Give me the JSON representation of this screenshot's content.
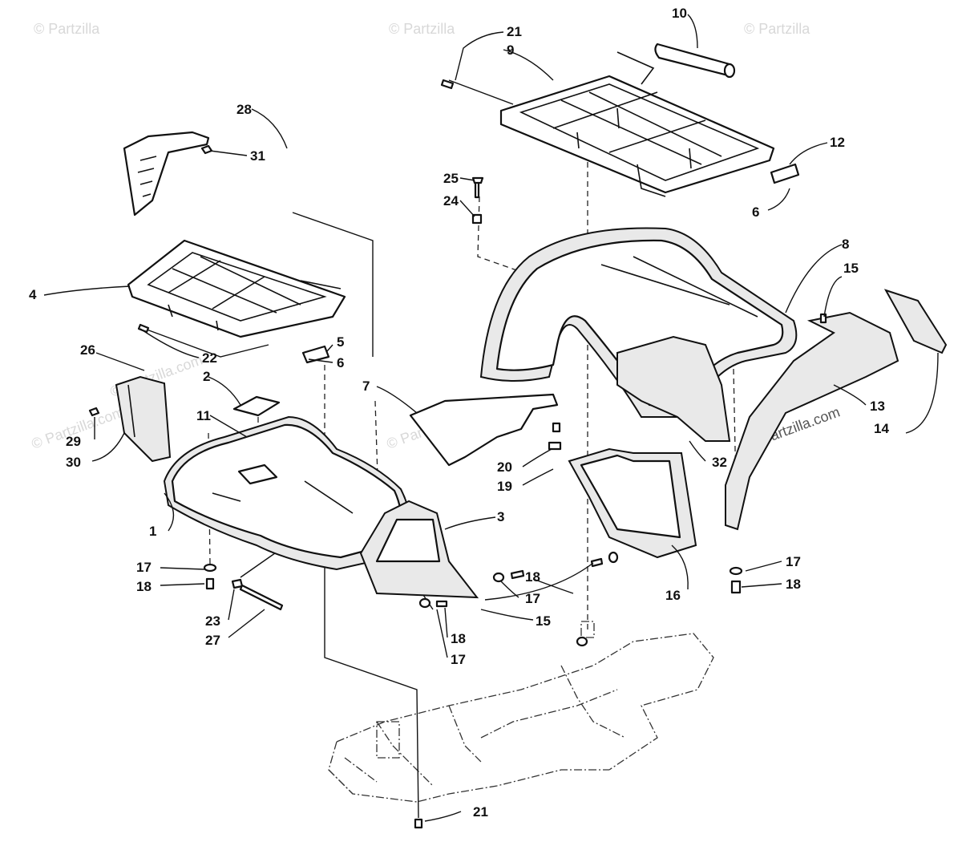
{
  "watermarks": [
    "© Partzilla",
    "© Partzilla",
    "© Partzilla",
    "© Partzilla.com",
    "© Partzilla",
    "© Partzilla.com",
    "© Partzilla.com"
  ],
  "callouts": {
    "c1": "1",
    "c2": "2",
    "c3": "3",
    "c4": "4",
    "c5": "5",
    "c6a": "6",
    "c6b": "6",
    "c7": "7",
    "c8": "8",
    "c9": "9",
    "c10": "10",
    "c11": "11",
    "c12": "12",
    "c13": "13",
    "c14": "14",
    "c15a": "15",
    "c15b": "15",
    "c16": "16",
    "c17a": "17",
    "c17b": "17",
    "c17c": "17",
    "c17d": "17",
    "c18a": "18",
    "c18b": "18",
    "c18c": "18",
    "c18d": "18",
    "c19": "19",
    "c20": "20",
    "c21a": "21",
    "c21b": "21",
    "c22": "22",
    "c23": "23",
    "c24": "24",
    "c25": "25",
    "c26": "26",
    "c27": "27",
    "c28": "28",
    "c29": "29",
    "c30": "30",
    "c31": "31",
    "c32": "32"
  }
}
